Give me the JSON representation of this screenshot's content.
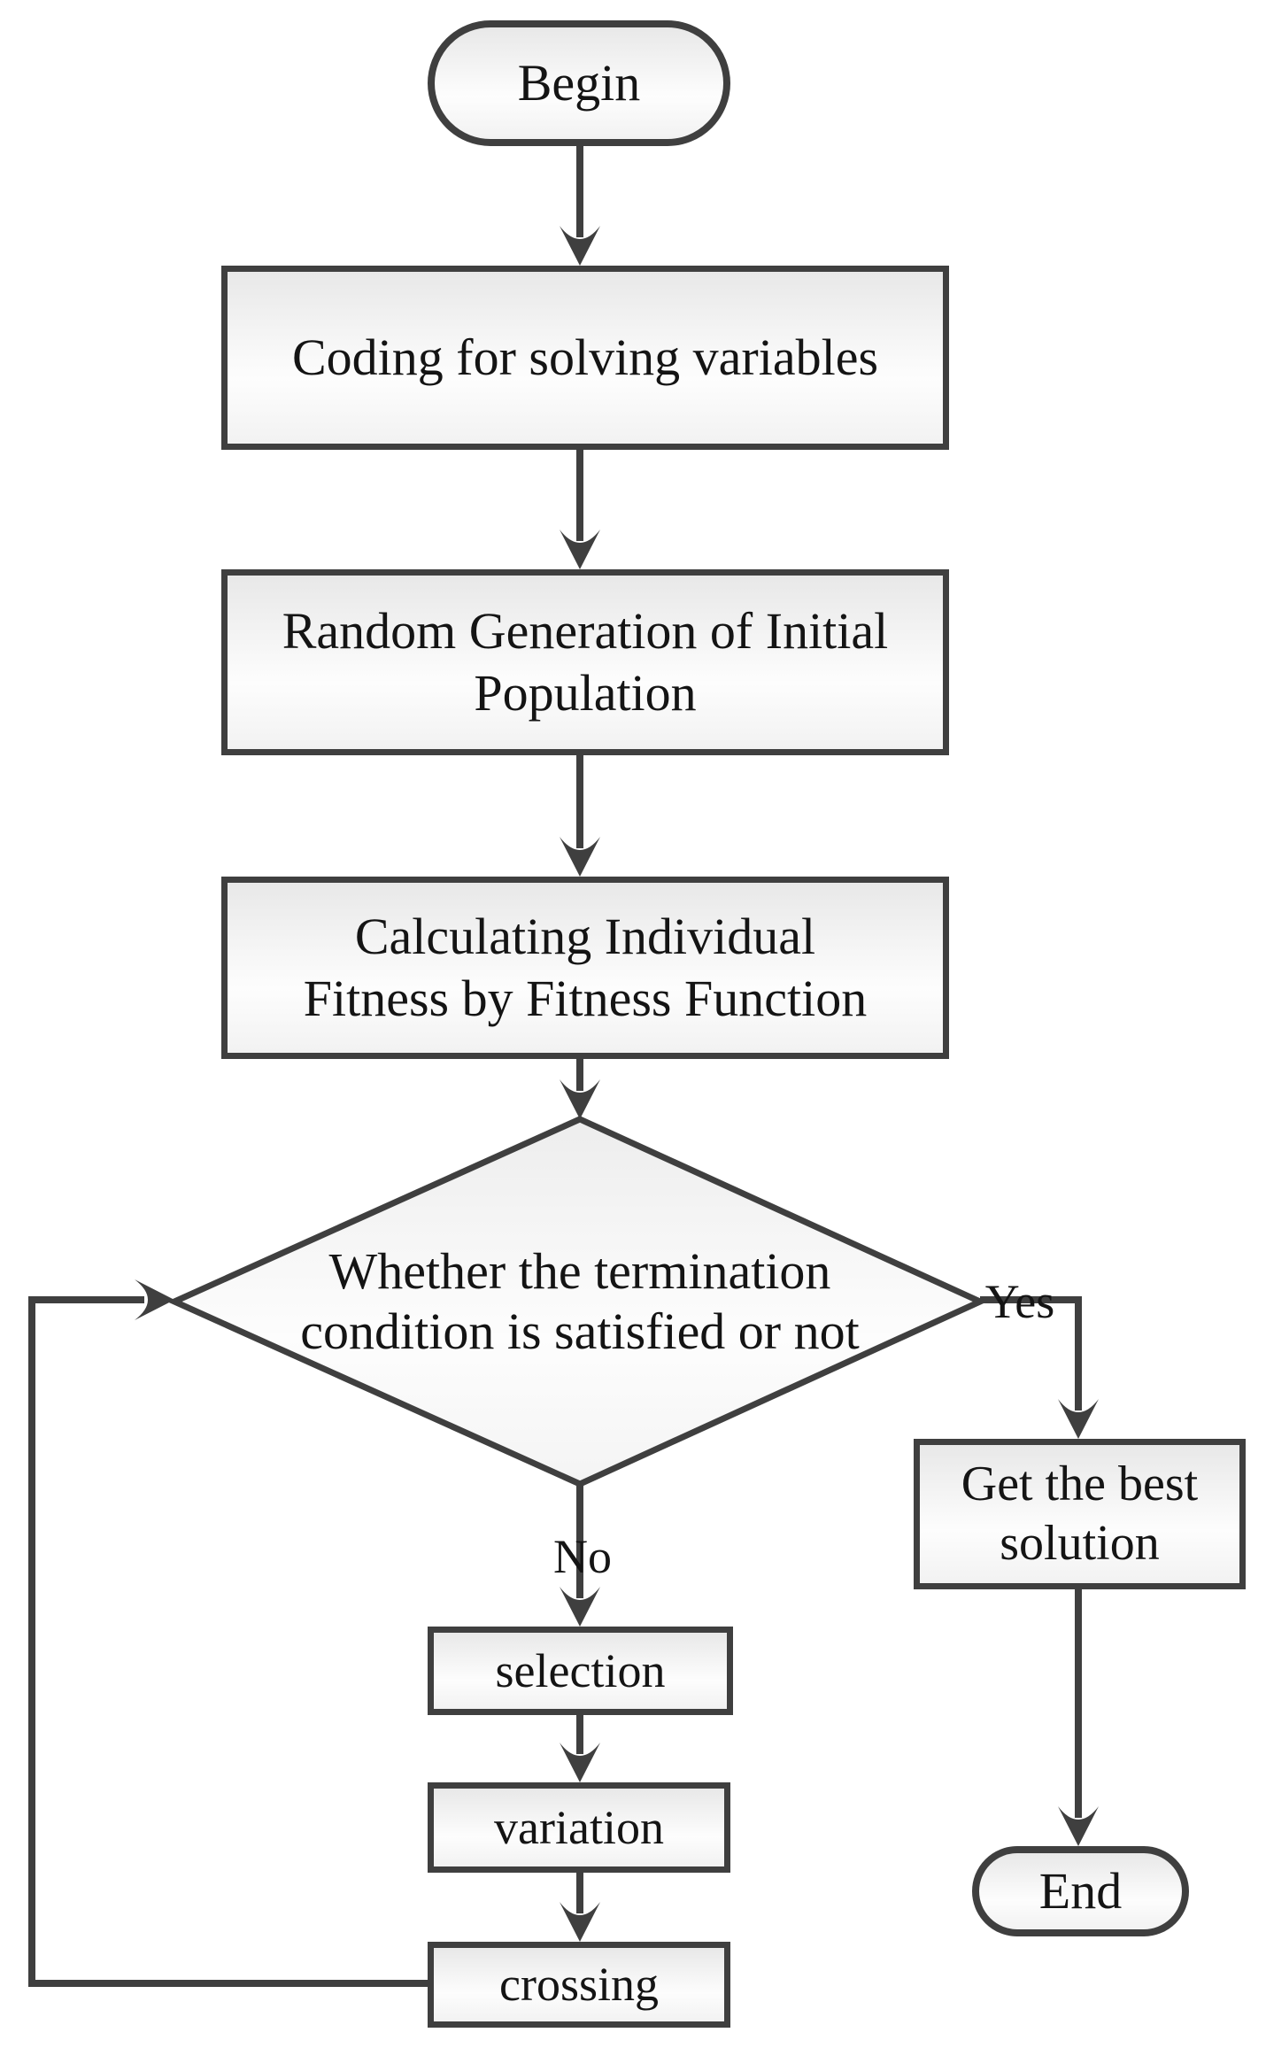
{
  "title": "Genetic algorithm flowchart",
  "nodes": {
    "begin": {
      "label": "Begin",
      "shape": "terminator"
    },
    "coding": {
      "label": "Coding for solving variables",
      "shape": "process"
    },
    "random": {
      "label": "Random Generation of Initial\nPopulation",
      "shape": "process"
    },
    "fitness": {
      "label": "Calculating Individual\nFitness by Fitness Function",
      "shape": "process"
    },
    "decision": {
      "label": "Whether the termination\ncondition is satisfied or not",
      "shape": "decision"
    },
    "best": {
      "label": "Get the best\nsolution",
      "shape": "process"
    },
    "selection": {
      "label": "selection",
      "shape": "process"
    },
    "variation": {
      "label": "variation",
      "shape": "process"
    },
    "crossing": {
      "label": "crossing",
      "shape": "process"
    },
    "end": {
      "label": "End",
      "shape": "terminator"
    }
  },
  "edge_labels": {
    "yes": "Yes",
    "no": "No"
  },
  "style": {
    "line_color": "#3f3f3f",
    "text_color": "#141414",
    "fill_top": "#e8e8e8",
    "fill_mid": "#fdfdfd",
    "fill_bottom": "#f2f2f2",
    "page_bg": "#ffffff"
  }
}
